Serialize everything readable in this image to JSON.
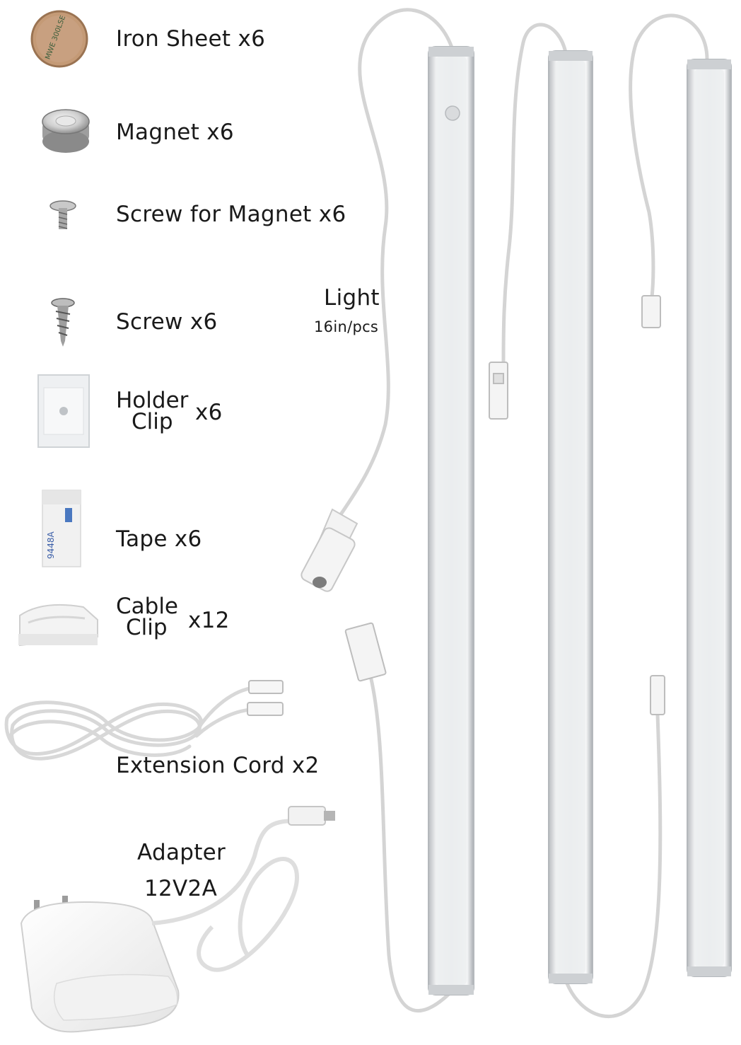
{
  "items": {
    "iron_sheet": "Iron Sheet x6",
    "iron_sheet_print": "MWE 300LSE",
    "magnet": "Magnet x6",
    "screw_magnet": "Screw for Magnet x6",
    "screw": "Screw x6",
    "holder_clip_line1": "Holder",
    "holder_clip_line2": "Clip",
    "holder_clip_qty": "x6",
    "tape": "Tape x6",
    "tape_print": "9448A",
    "cable_clip_line1": "Cable",
    "cable_clip_line2": "Clip",
    "cable_clip_qty": "x12",
    "extension_cord": "Extension Cord x2",
    "adapter": "Adapter",
    "adapter_spec": "12V2A",
    "light": "Light",
    "light_spec": "16in/pcs"
  },
  "colors": {
    "bar_body": "#e6e8ea",
    "bar_shadow": "#b9bcc0",
    "cable": "#dcdcdc",
    "iron_sheet": "#c49a76"
  }
}
